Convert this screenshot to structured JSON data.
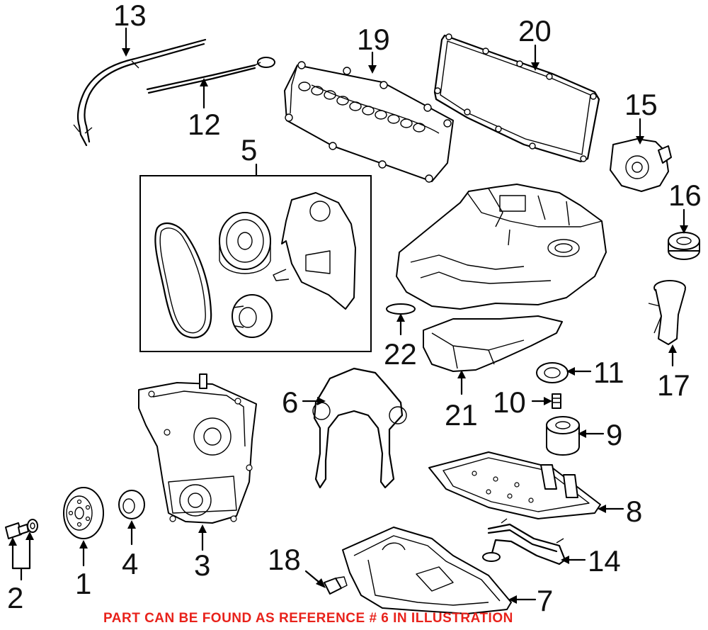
{
  "labels": {
    "n1": "1",
    "n2": "2",
    "n3": "3",
    "n4": "4",
    "n5": "5",
    "n6": "6",
    "n7": "7",
    "n8": "8",
    "n9": "9",
    "n10": "10",
    "n11": "11",
    "n12": "12",
    "n13": "13",
    "n14": "14",
    "n15": "15",
    "n16": "16",
    "n17": "17",
    "n18": "18",
    "n19": "19",
    "n20": "20",
    "n21": "21",
    "n22": "22"
  },
  "notice": {
    "text": "PART CAN BE FOUND AS REFERENCE # 6 IN ILLUSTRATION",
    "color": "#e8221b"
  }
}
